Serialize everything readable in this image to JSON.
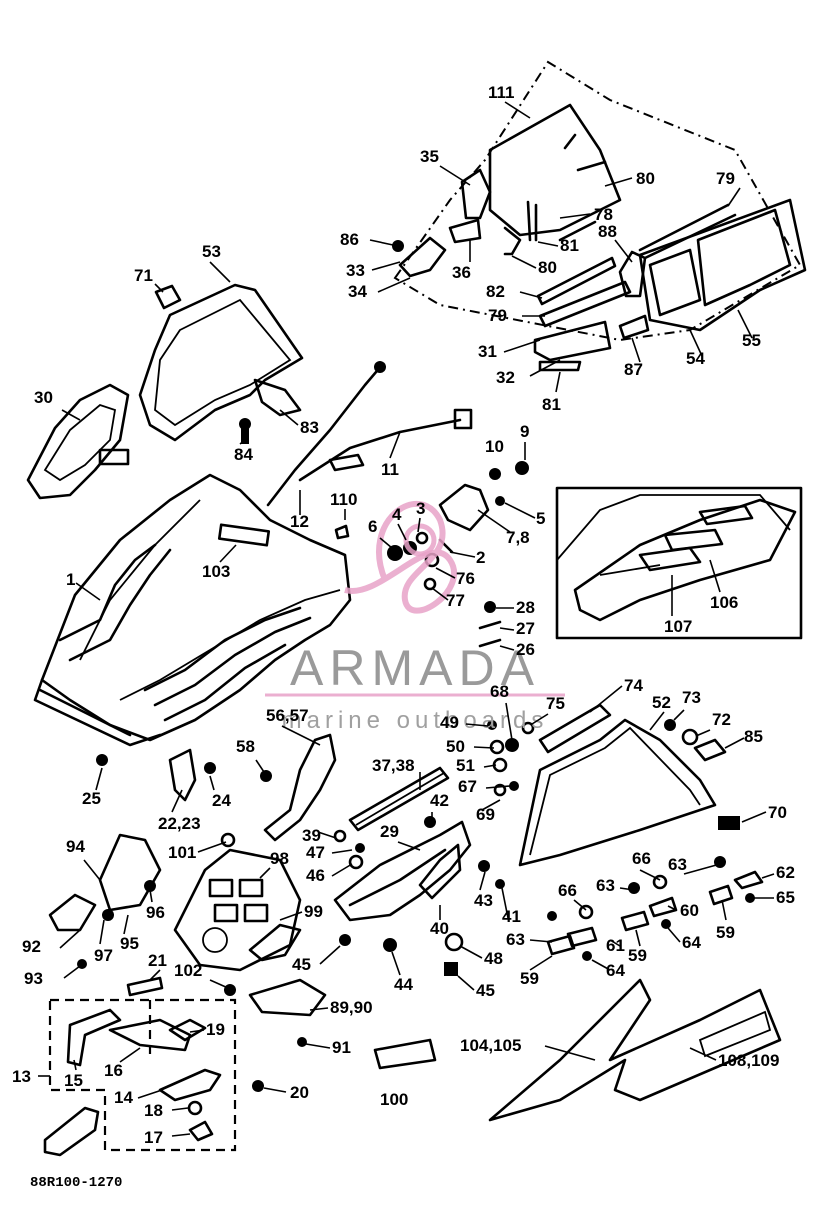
{
  "diagram_code": "88R100-1270",
  "watermark": {
    "name": "ARMADA",
    "tagline": "marine outboards",
    "accent_color": "#e8a2c8"
  },
  "callouts": [
    {
      "id": "c111",
      "text": "111"
    },
    {
      "id": "c35",
      "text": "35"
    },
    {
      "id": "c80a",
      "text": "80"
    },
    {
      "id": "c79a",
      "text": "79"
    },
    {
      "id": "c78",
      "text": "78"
    },
    {
      "id": "c86",
      "text": "86"
    },
    {
      "id": "c81a",
      "text": "81"
    },
    {
      "id": "c88",
      "text": "88"
    },
    {
      "id": "c33",
      "text": "33"
    },
    {
      "id": "c36",
      "text": "36"
    },
    {
      "id": "c80b",
      "text": "80"
    },
    {
      "id": "c34",
      "text": "34"
    },
    {
      "id": "c82",
      "text": "82"
    },
    {
      "id": "c79b",
      "text": "79"
    },
    {
      "id": "c55",
      "text": "55"
    },
    {
      "id": "c31",
      "text": "31"
    },
    {
      "id": "c54",
      "text": "54"
    },
    {
      "id": "c32",
      "text": "32"
    },
    {
      "id": "c87",
      "text": "87"
    },
    {
      "id": "c81b",
      "text": "81"
    },
    {
      "id": "c53",
      "text": "53"
    },
    {
      "id": "c71",
      "text": "71"
    },
    {
      "id": "c30",
      "text": "30"
    },
    {
      "id": "c83",
      "text": "83"
    },
    {
      "id": "c84",
      "text": "84"
    },
    {
      "id": "c11",
      "text": "11"
    },
    {
      "id": "c10",
      "text": "10"
    },
    {
      "id": "c9",
      "text": "9"
    },
    {
      "id": "c12",
      "text": "12"
    },
    {
      "id": "c110",
      "text": "110"
    },
    {
      "id": "c5",
      "text": "5"
    },
    {
      "id": "c4",
      "text": "4"
    },
    {
      "id": "c3",
      "text": "3"
    },
    {
      "id": "c6",
      "text": "6"
    },
    {
      "id": "c78b",
      "text": "7,8"
    },
    {
      "id": "c2",
      "text": "2"
    },
    {
      "id": "c103",
      "text": "103"
    },
    {
      "id": "c76",
      "text": "76"
    },
    {
      "id": "c1",
      "text": "1"
    },
    {
      "id": "c77",
      "text": "77"
    },
    {
      "id": "c28",
      "text": "28"
    },
    {
      "id": "c27",
      "text": "27"
    },
    {
      "id": "c26",
      "text": "26"
    },
    {
      "id": "c106",
      "text": "106"
    },
    {
      "id": "c107",
      "text": "107"
    },
    {
      "id": "c74",
      "text": "74"
    },
    {
      "id": "c68",
      "text": "68"
    },
    {
      "id": "c75",
      "text": "75"
    },
    {
      "id": "c52",
      "text": "52"
    },
    {
      "id": "c73",
      "text": "73"
    },
    {
      "id": "c5657",
      "text": "56,57"
    },
    {
      "id": "c49",
      "text": "49"
    },
    {
      "id": "c72",
      "text": "72"
    },
    {
      "id": "c85",
      "text": "85"
    },
    {
      "id": "c50",
      "text": "50"
    },
    {
      "id": "c58",
      "text": "58"
    },
    {
      "id": "c51",
      "text": "51"
    },
    {
      "id": "c3738",
      "text": "37,38"
    },
    {
      "id": "c67",
      "text": "67"
    },
    {
      "id": "c25",
      "text": "25"
    },
    {
      "id": "c24",
      "text": "24"
    },
    {
      "id": "c42",
      "text": "42"
    },
    {
      "id": "c69",
      "text": "69"
    },
    {
      "id": "c2223",
      "text": "22,23"
    },
    {
      "id": "c70",
      "text": "70"
    },
    {
      "id": "c39",
      "text": "39"
    },
    {
      "id": "c29",
      "text": "29"
    },
    {
      "id": "c101",
      "text": "101"
    },
    {
      "id": "c47",
      "text": "47"
    },
    {
      "id": "c98",
      "text": "98"
    },
    {
      "id": "c66a",
      "text": "66"
    },
    {
      "id": "c63a",
      "text": "63"
    },
    {
      "id": "c62",
      "text": "62"
    },
    {
      "id": "c94",
      "text": "94"
    },
    {
      "id": "c46",
      "text": "46"
    },
    {
      "id": "c43",
      "text": "43"
    },
    {
      "id": "c63b",
      "text": "63"
    },
    {
      "id": "c66b",
      "text": "66"
    },
    {
      "id": "c60",
      "text": "60"
    },
    {
      "id": "c65",
      "text": "65"
    },
    {
      "id": "c96",
      "text": "96"
    },
    {
      "id": "c99",
      "text": "99"
    },
    {
      "id": "c41",
      "text": "41"
    },
    {
      "id": "c59a",
      "text": "59"
    },
    {
      "id": "c40",
      "text": "40"
    },
    {
      "id": "c64a",
      "text": "64"
    },
    {
      "id": "c92",
      "text": "92"
    },
    {
      "id": "c95",
      "text": "95"
    },
    {
      "id": "c97",
      "text": "97"
    },
    {
      "id": "c63c",
      "text": "63"
    },
    {
      "id": "c61",
      "text": "61"
    },
    {
      "id": "c59b",
      "text": "59"
    },
    {
      "id": "c45a",
      "text": "45"
    },
    {
      "id": "c48",
      "text": "48"
    },
    {
      "id": "c21",
      "text": "21"
    },
    {
      "id": "c64b",
      "text": "64"
    },
    {
      "id": "c93",
      "text": "93"
    },
    {
      "id": "c102",
      "text": "102"
    },
    {
      "id": "c44",
      "text": "44"
    },
    {
      "id": "c45b",
      "text": "45"
    },
    {
      "id": "c59c",
      "text": "59"
    },
    {
      "id": "c8990",
      "text": "89,90"
    },
    {
      "id": "c19",
      "text": "19"
    },
    {
      "id": "c91",
      "text": "91"
    },
    {
      "id": "c104105",
      "text": "104,105"
    },
    {
      "id": "c13",
      "text": "13"
    },
    {
      "id": "c15",
      "text": "15"
    },
    {
      "id": "c16",
      "text": "16"
    },
    {
      "id": "c108109",
      "text": "108,109"
    },
    {
      "id": "c14",
      "text": "14"
    },
    {
      "id": "c20",
      "text": "20"
    },
    {
      "id": "c100",
      "text": "100"
    },
    {
      "id": "c18",
      "text": "18"
    },
    {
      "id": "c17",
      "text": "17"
    }
  ]
}
